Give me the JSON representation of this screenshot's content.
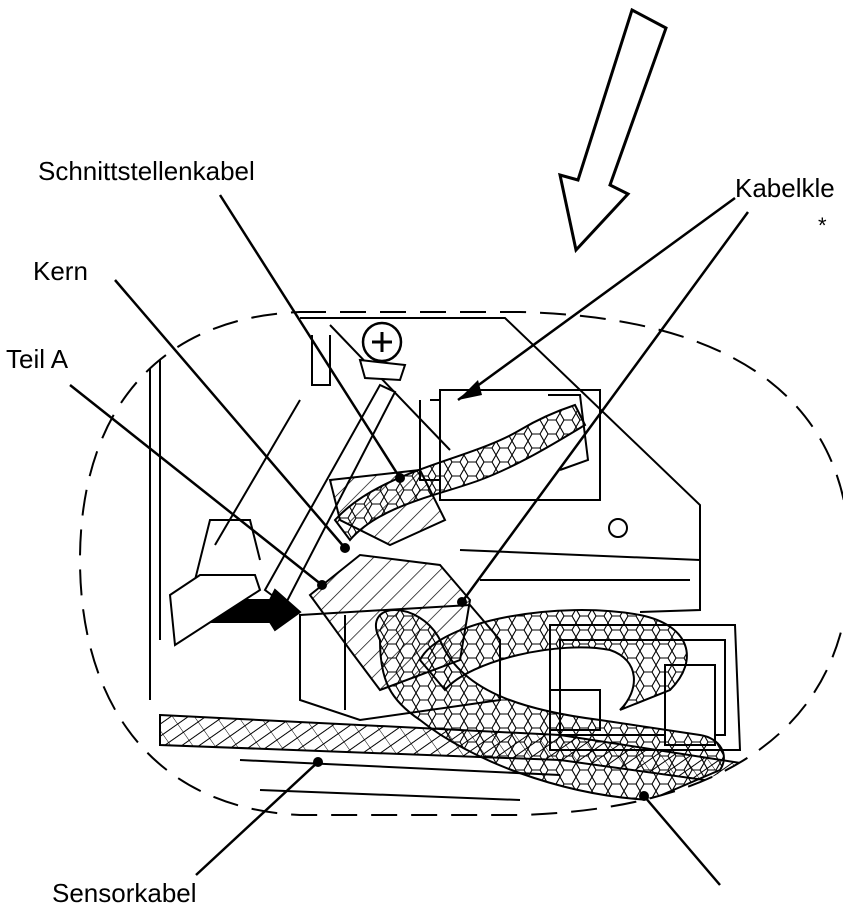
{
  "labels": {
    "interface_cable": "Schnittstellenkabel",
    "core": "Kern",
    "part_a": "Teil A",
    "cable_clamp": "Kabelkle",
    "asterisk": "*",
    "sensor_cable": "Sensorkabel"
  },
  "colors": {
    "ink": "#000000",
    "paper": "#ffffff",
    "arrow_fill": "#ffffff"
  },
  "icons": {
    "insert_arrow": "big-outlined-arrow-down-left",
    "screw": "phillips-screw-head-icon"
  }
}
